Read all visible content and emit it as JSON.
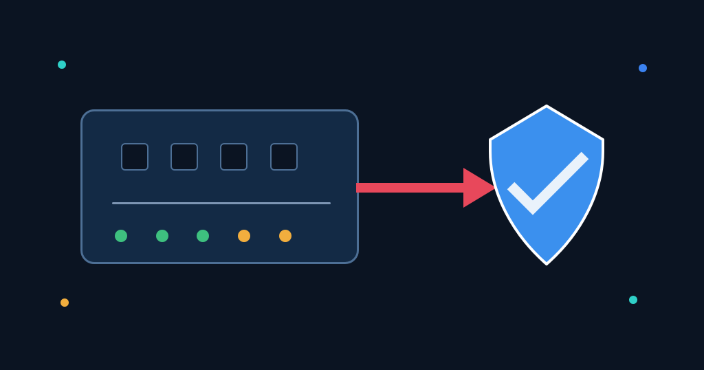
{
  "colors": {
    "background": "#0b1422",
    "device_fill": "#132a45",
    "device_border": "#4d6f95",
    "slot_fill": "#0b1422",
    "divider": "#7d95b3",
    "led_green": "#3ec07f",
    "led_amber": "#f2ae3e",
    "arrow": "#e8485b",
    "shield_fill": "#3b90ee",
    "shield_border": "#ffffff",
    "check": "#e9f2fb",
    "dot_teal": "#2fd0c8",
    "dot_blue": "#3b82f0",
    "dot_amber": "#f2ae3e"
  },
  "icons": {
    "device": "server-device-icon",
    "arrow": "arrow-right-icon",
    "shield": "shield-check-icon"
  },
  "device": {
    "slot_count": 4,
    "leds": [
      "green",
      "green",
      "green",
      "amber",
      "amber"
    ]
  }
}
